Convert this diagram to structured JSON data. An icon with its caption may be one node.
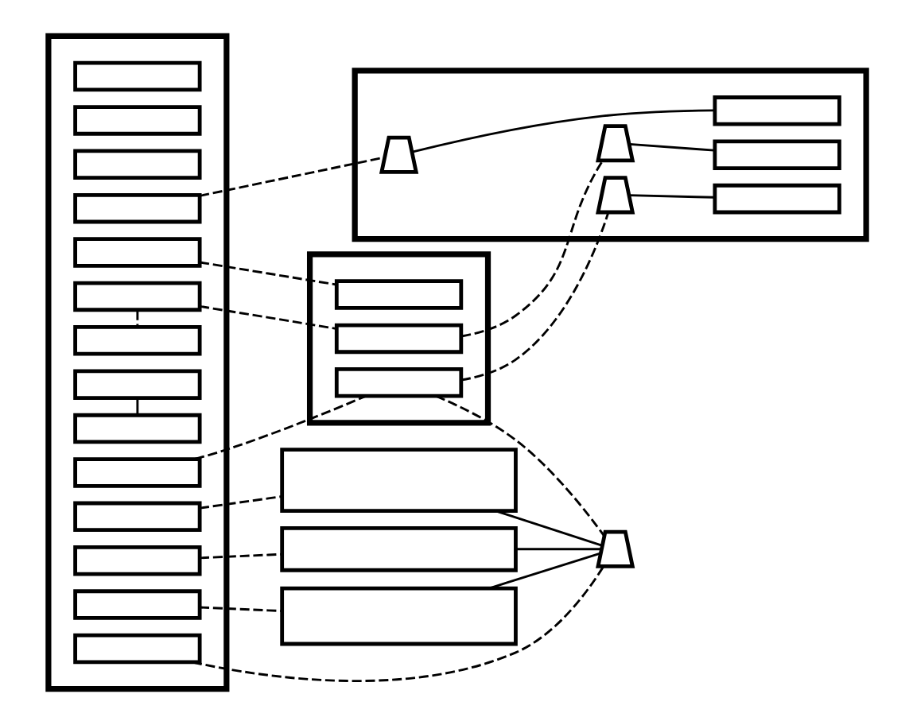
{
  "diagram": {
    "nodes": [
      {
        "text": [],
        "shape": "box"
      },
      {
        "text": [],
        "shape": "box",
        "in": 0
      },
      {
        "text": [],
        "shape": "box",
        "in": 0
      },
      {
        "text": [],
        "shape": "box",
        "in": 0
      },
      {
        "text": [],
        "shape": "box",
        "in": 0
      },
      {
        "text": [],
        "shape": "box",
        "in": 0
      },
      {
        "text": [],
        "shape": "box",
        "in": 0
      },
      {
        "text": [],
        "shape": "box",
        "in": 0
      },
      {
        "text": [],
        "shape": "box",
        "in": 0
      },
      {
        "text": [],
        "shape": "box",
        "in": 0
      },
      {
        "text": [],
        "shape": "box",
        "in": 0
      },
      {
        "text": [],
        "shape": "box",
        "in": 0
      },
      {
        "text": [],
        "shape": "box",
        "in": 0
      },
      {
        "text": [],
        "shape": "box",
        "in": 0
      },
      {
        "text": [],
        "shape": "box",
        "in": 0
      },
      {
        "text": [],
        "shape": "box"
      },
      {
        "text": [],
        "shape": "box",
        "in": 15
      },
      {
        "text": [],
        "shape": "box",
        "in": 15
      },
      {
        "text": [],
        "shape": "box",
        "in": 15
      },
      {
        "text": [],
        "shape": "box"
      },
      {
        "text": [],
        "shape": "trapezoid",
        "in": 19
      },
      {
        "text": [],
        "shape": "box",
        "in": 19
      },
      {
        "text": [],
        "shape": "trapezoid",
        "in": 19
      },
      {
        "text": [],
        "shape": "box",
        "in": 19
      },
      {
        "text": [],
        "shape": "trapezoid",
        "in": 19
      },
      {
        "text": [],
        "shape": "box",
        "in": 19
      },
      {
        "text": [],
        "shape": "box"
      },
      {
        "text": [],
        "shape": "box"
      },
      {
        "text": [],
        "shape": "box"
      },
      {
        "text": [],
        "shape": "trapezoid"
      }
    ],
    "edges": [
      {
        "from": 4,
        "to": 20,
        "arrow": "none",
        "style": "dashed"
      },
      {
        "from": 20,
        "to": 21,
        "arrow": "none"
      },
      {
        "from": 5,
        "to": 16,
        "arrow": "none",
        "style": "dashed"
      },
      {
        "from": 6,
        "to": 17,
        "arrow": "none",
        "style": "dashed"
      },
      {
        "from": 17,
        "to": 22,
        "arrow": "none",
        "style": "dashed"
      },
      {
        "from": 22,
        "to": 23,
        "arrow": "none"
      },
      {
        "from": 6,
        "to": 7,
        "arrow": "none",
        "style": "dashed"
      },
      {
        "from": 8,
        "to": 9,
        "arrow": "none"
      },
      {
        "from": 10,
        "to": 18,
        "arrow": "none",
        "style": "dashed"
      },
      {
        "from": 18,
        "to": 24,
        "arrow": "none",
        "style": "dashed"
      },
      {
        "from": 24,
        "to": 25,
        "arrow": "none"
      },
      {
        "from": 18,
        "to": 29,
        "arrow": "none",
        "style": "dashed"
      },
      {
        "from": 11,
        "to": 26,
        "arrow": "none",
        "style": "dashed"
      },
      {
        "from": 12,
        "to": 27,
        "arrow": "none",
        "style": "dashed"
      },
      {
        "from": 13,
        "to": 28,
        "arrow": "none",
        "style": "dashed"
      },
      {
        "from": 26,
        "to": 29,
        "arrow": "none"
      },
      {
        "from": 27,
        "to": 29,
        "arrow": "none"
      },
      {
        "from": 28,
        "to": 29,
        "arrow": "none"
      },
      {
        "from": 14,
        "to": 29,
        "arrow": "none",
        "style": "dashed"
      }
    ]
  }
}
